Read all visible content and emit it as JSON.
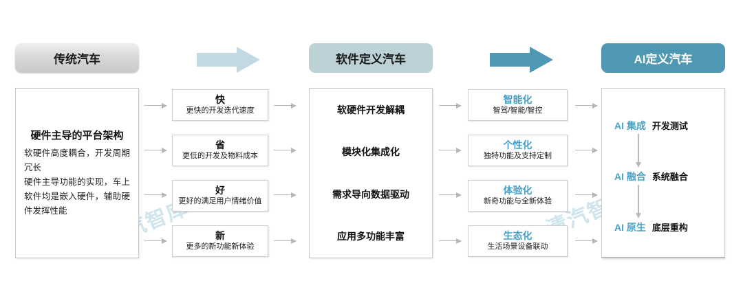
{
  "headers": {
    "legacy": "传统汽车",
    "software": "软件定义汽车",
    "ai": "AI定义汽车"
  },
  "legacy_panel": {
    "title": "硬件主导的平台架构",
    "para1": "软硬件高度耦合，开发周期冗长",
    "para2": "硬件主导功能的实现，车上软件均是嵌入硬件，辅助硬件发挥性能"
  },
  "benefits": [
    {
      "head": "快",
      "sub": "更快的开发迭代速度"
    },
    {
      "head": "省",
      "sub": "更低的开发及物料成本"
    },
    {
      "head": "好",
      "sub": "更好的满足用户情绪价值"
    },
    {
      "head": "新",
      "sub": "更多的新功能新体验"
    }
  ],
  "software_features": [
    "软硬件开发解耦",
    "模块化集成化",
    "需求导向数据驱动",
    "应用多功能丰富"
  ],
  "capabilities": [
    {
      "head": "智能化",
      "sub": "智驾/智能/智控"
    },
    {
      "head": "个性化",
      "sub": "独特功能及支持定制"
    },
    {
      "head": "体验化",
      "sub": "新奇功能与全新体验"
    },
    {
      "head": "生态化",
      "sub": "生活场景设备联动"
    }
  ],
  "ai_stages": [
    {
      "tag_prefix": "AI",
      "tag": "集成",
      "desc": "开发测试"
    },
    {
      "tag_prefix": "AI",
      "tag": "融合",
      "desc": "系统融合"
    },
    {
      "tag_prefix": "AI",
      "tag": "原生",
      "desc": "底层重构"
    }
  ],
  "watermark": "清汽智库",
  "colors": {
    "accent_blue": "#46a0c8",
    "teal": "#4e98b4",
    "light_blue_pill": "#bdd2d7",
    "pale_arrow": "#c3d9e1",
    "gray_line": "#b6b6b6"
  }
}
